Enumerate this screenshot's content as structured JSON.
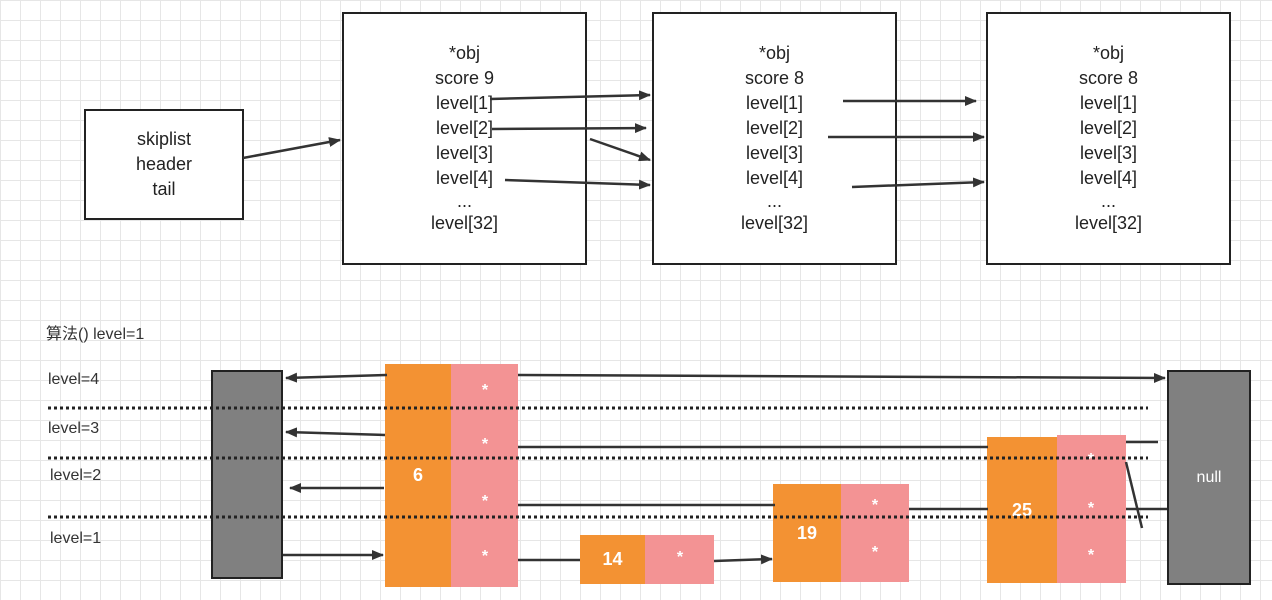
{
  "top": {
    "header": {
      "lines": [
        "skiplist",
        "header",
        "tail"
      ]
    },
    "nodes": [
      {
        "lines": [
          "*obj",
          "score 9",
          "level[1]",
          "level[2]",
          "level[3]",
          "level[4]",
          "...",
          "level[32]"
        ]
      },
      {
        "lines": [
          "*obj",
          "score 8",
          "level[1]",
          "level[2]",
          "level[3]",
          "level[4]",
          "...",
          "level[32]"
        ]
      },
      {
        "lines": [
          "*obj",
          "score 8",
          "level[1]",
          "level[2]",
          "level[3]",
          "level[4]",
          "...",
          "level[32]"
        ]
      }
    ]
  },
  "bottom": {
    "caption": "算法() level=1",
    "level_labels": [
      "level=4",
      "level=3",
      "level=2",
      "level=1"
    ],
    "star": "*",
    "nodes": [
      {
        "value": "6",
        "stars": 4
      },
      {
        "value": "14",
        "stars": 1
      },
      {
        "value": "19",
        "stars": 2
      },
      {
        "value": "25",
        "stars": 3
      }
    ],
    "null_label": "null"
  },
  "colors": {
    "orange": "#f39233",
    "pink": "#f39394",
    "gray": "#808080",
    "line": "#333333"
  }
}
